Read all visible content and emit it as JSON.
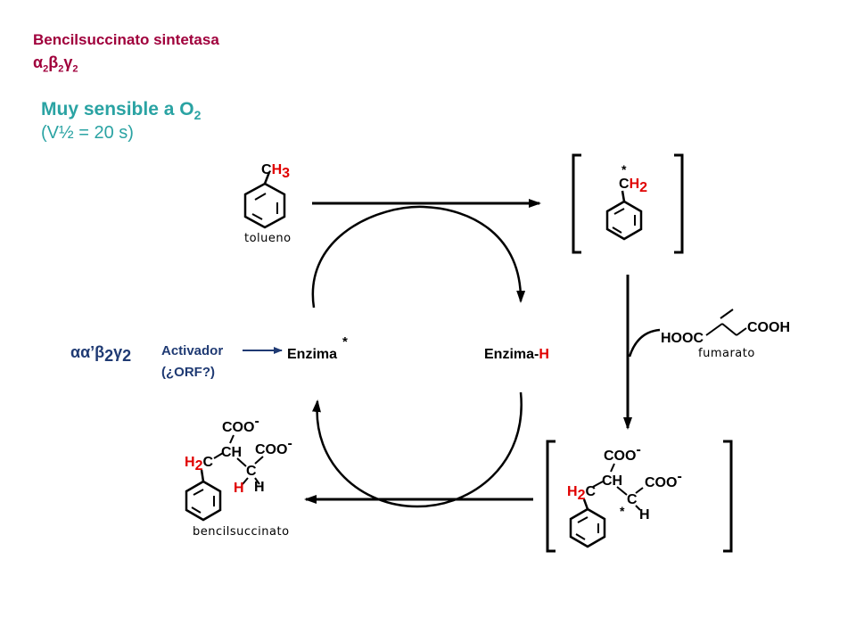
{
  "header": {
    "enzyme_name": "Bencilsuccinato sintetasa",
    "subunits": "α2β2γ2",
    "sensitivity": "Muy sensible a O2",
    "half_life": "(V½ = 20 s)"
  },
  "diagram": {
    "toluene": {
      "formula": "CH3",
      "caption": "tolueno"
    },
    "benzyl_radical": {
      "formula": "CH2",
      "radical_mark": "*"
    },
    "fumarate": {
      "formula_left": "HOOC",
      "formula_right": "COOH",
      "caption": "fumarato"
    },
    "enzyme_radical": "Enzima",
    "enzyme_radical_mark": "*",
    "enzyme_h_left": "Enzima-",
    "enzyme_h_right": "H",
    "activator": {
      "label": "Activador",
      "orf": "(¿ORF?)"
    },
    "inactive_enzyme": "αα'β2γ2",
    "product": {
      "caption": "bencilsuccinato"
    },
    "intermediate": {
      "radical_mark": "*"
    },
    "colors": {
      "red": "#e00000",
      "maroon": "#a0003c",
      "teal": "#2aa3a3",
      "navy": "#1f3a73"
    }
  }
}
